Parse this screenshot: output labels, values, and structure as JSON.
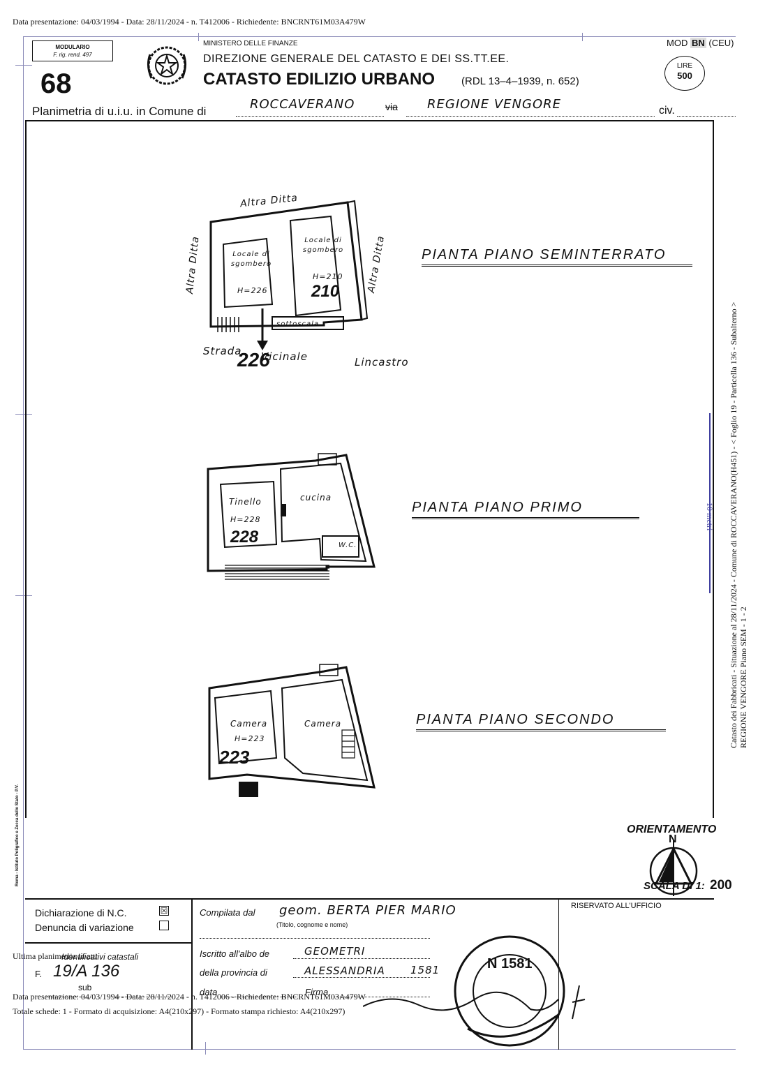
{
  "header_line": "Data presentazione: 04/03/1994 - Data: 28/11/2024 - n. T412006 - Richiedente: BNCRNT61M03A479W",
  "form": {
    "modulario_line1": "MODULARIO",
    "modulario_line2": "F. rig. rend. 497",
    "number": "68",
    "ministry": "MINISTERO DELLE FINANZE",
    "direzione": "DIREZIONE GENERALE DEL CATASTO E DEI SS.TT.EE.",
    "title": "CATASTO EDILIZIO URBANO",
    "rdl": "(RDL 13–4–1939, n. 652)",
    "mod_prefix": "MOD",
    "mod_bn": "BN",
    "mod_suffix": "(CEU)",
    "lire_label": "LIRE",
    "lire_value": "500"
  },
  "planimetria": {
    "label": "Planimetria di u.i.u. in Comune di",
    "comune": "ROCCAVERANO",
    "via_label": "via",
    "via_value": "REGIONE VENGORE",
    "civ_label": "civ."
  },
  "plans": {
    "seminterrato": {
      "title": "PIANTA PIANO SEMINTERRATO",
      "altra_ditta_top": "Altra Ditta",
      "altra_ditta_left": "Altra Ditta",
      "altra_ditta_right": "Altra Ditta",
      "room1": "Locale di sgombero",
      "room1_h": "H=226",
      "room2": "Locale di sgombero",
      "room2_h": "H=210",
      "room2_num": "210",
      "sottoscala": "sottoscala",
      "strada": "Strada",
      "vicinale": "Vicinale",
      "lincastro": "Lincastro",
      "num": "226"
    },
    "primo": {
      "title": "PIANTA PIANO PRIMO",
      "room1": "Tinello",
      "room1_h": "H=228",
      "room1_num": "228",
      "room2": "cucina",
      "wc": "W.C."
    },
    "secondo": {
      "title": "PIANTA PIANO SECONDO",
      "room1": "Camera",
      "room1_h": "H=223",
      "room1_num": "223",
      "room2": "Camera"
    }
  },
  "orientamento": {
    "label": "ORIENTAMENTO",
    "north": "N"
  },
  "scala": {
    "label": "SCALA DI 1:",
    "value": "200"
  },
  "bottom": {
    "dichiarazione": "Dichiarazione di N.C.",
    "dichiarazione_check": "☒",
    "denuncia": "Denuncia di variazione",
    "compilata_label": "Compilata dal",
    "compilata_value": "geom. BERTA PIER MARIO",
    "titolo_note": "(Titolo, cognome e nome)",
    "iscritto_label": "Iscritto all'albo de",
    "iscritto_value": "GEOMETRI",
    "provincia_label": "della provincia di",
    "provincia_value": "ALESSANDRIA",
    "provincia_num": "1581",
    "data_label": "data",
    "firma_label": "Firma",
    "riservato": "RISERVATO ALL'UFFICIO",
    "identificativi": "Identificativi catastali",
    "foglio_prefix": "F.",
    "foglio_value": "19/A 136",
    "sub_label": "sub",
    "stamp_num": "N 1581"
  },
  "overlays": {
    "ultima": "Ultima planimetria in atti",
    "data_line": "Data presentazione: 04/03/1994 - Data: 28/11/2024 - n. T412006 - Richiedente: BNCRNT61M03A479W",
    "totale": "Totale schede: 1 - Formato di acquisizione: A4(210x297) - Formato stampa richiesto: A4(210x297)",
    "side_line1": "Catasto dei Fabbricati - Situazione al 28/11/2024 - Comune di ROCCAVERANO(H451) - < Foglio 19 - Particella 136 - Subalterno >",
    "side_line2": "REGIONE VENGORE Piano SEM - 1 - 2",
    "scale_bar_label": "10 metri",
    "left_vertical": "Roma - Istituto Poligrafico e Zecca dello Stato - P.V."
  }
}
